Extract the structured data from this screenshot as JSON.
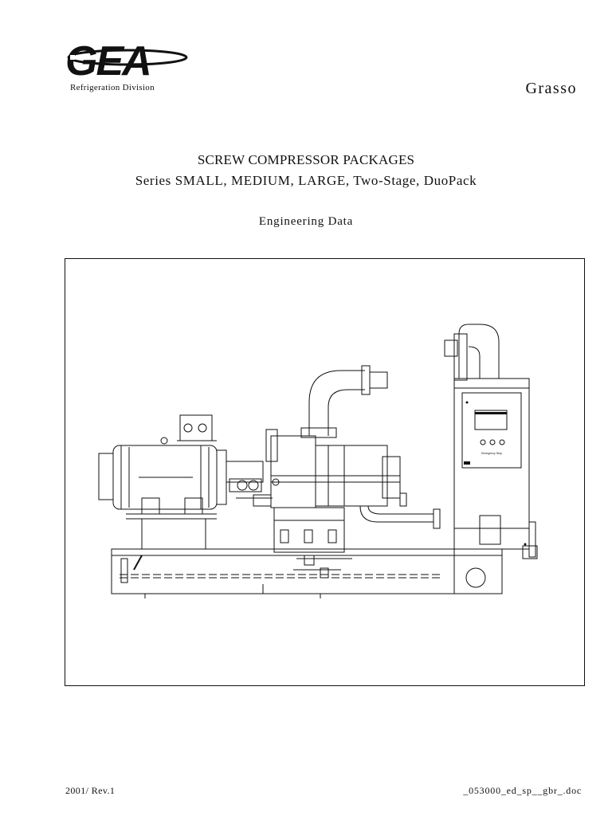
{
  "header": {
    "logo_text": "GEA",
    "division": "Refrigeration Division",
    "brand": "Grasso"
  },
  "document": {
    "title": "SCREW COMPRESSOR PACKAGES",
    "subtitle": "Series SMALL, MEDIUM, LARGE, Two-Stage, DuoPack",
    "type": "Engineering Data"
  },
  "figure": {
    "panel_label": "Emergency Stop"
  },
  "footer": {
    "revision": "2001/ Rev.1",
    "filename": "_053000_ed_sp__gbr_.doc"
  }
}
